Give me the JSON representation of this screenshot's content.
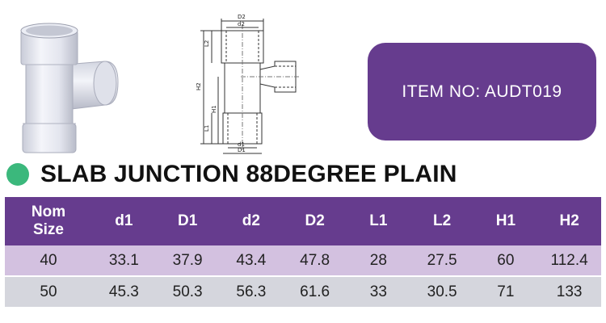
{
  "item": {
    "label": "ITEM NO: AUDT019"
  },
  "title": "SLAB JUNCTION 88DEGREE PLAIN",
  "drawing_labels": [
    "D2",
    "d2",
    "L2",
    "H2",
    "H1",
    "L1",
    "d1",
    "D1"
  ],
  "table": {
    "header_line1": "Nom",
    "header_line2": "Size",
    "columns": [
      "d1",
      "D1",
      "d2",
      "D2",
      "L1",
      "L2",
      "H1",
      "H2"
    ],
    "rows": [
      [
        "40",
        "33.1",
        "37.9",
        "43.4",
        "47.8",
        "28",
        "27.5",
        "60",
        "112.4"
      ],
      [
        "50",
        "45.3",
        "50.3",
        "56.3",
        "61.6",
        "33",
        "30.5",
        "71",
        "133"
      ]
    ]
  },
  "colors": {
    "accent_purple": "#663c8e",
    "row_light_purple": "#d3c1e0",
    "row_light_gray": "#d5d6dd",
    "dot_green": "#3bb87c"
  }
}
